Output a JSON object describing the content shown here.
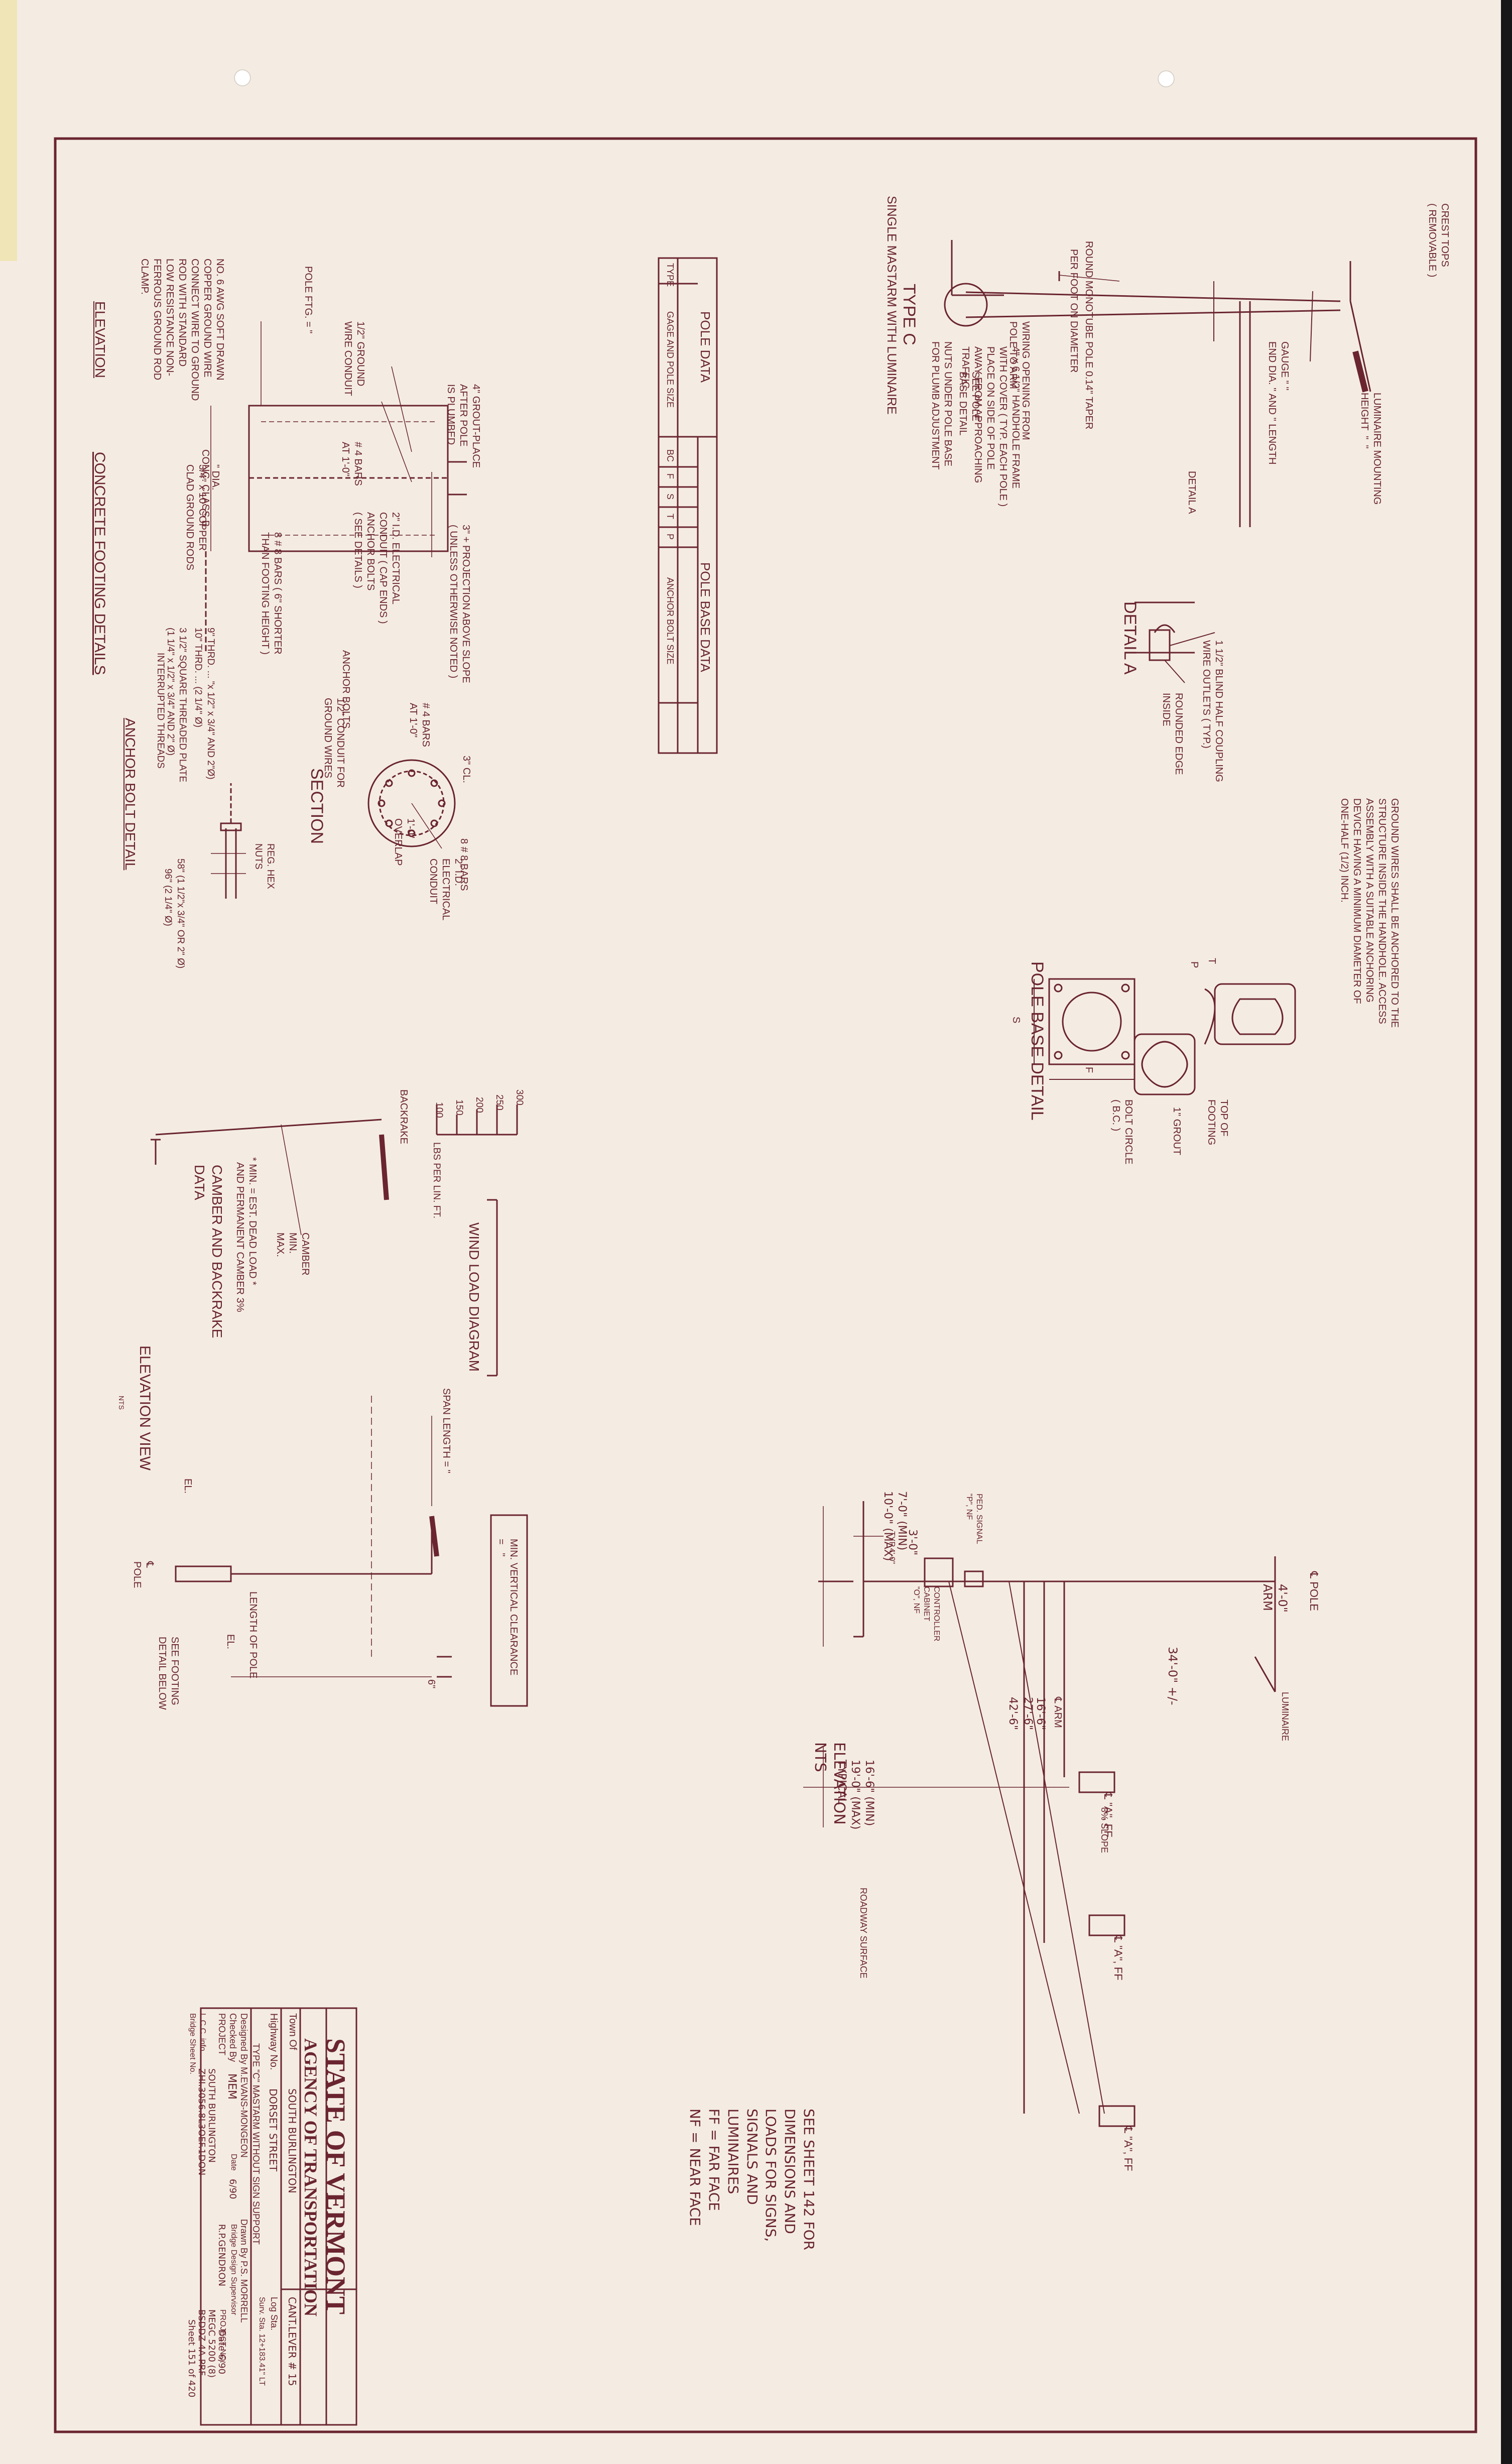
{
  "views": {
    "type_c": {
      "crest_tops": "CREST TOPS\n( REMOVABLE )",
      "round_monotube": "ROUND MONOTUBE POLE 0.14\" TAPER",
      "per_foot": "PER FOOT ON DIAMETER",
      "gauge": "GAUGE  \"  \"",
      "end_dia": "END DIA.  \" AND   \" LENGTH",
      "luminaire_mounting": "LUMINAIRE MOUNTING\nHEIGHT  \"  \"",
      "wiring_opening": "WIRING OPENING FROM\nPOLE TO ARM",
      "handhole": "4\" x 6 1/2\" HANDHOLE FRAME\nWITH COVER ( TYP. EACH POLE )\nPLACE ON SIDE OF POLE\nAWAY FROM APPROACHING\nTRAFFIC.",
      "detail_a_ref": "DETAIL A",
      "see_pole_base": "SEE POLE\nBASE DETAIL",
      "nuts_under": "NUTS UNDER POLE BASE\nFOR PLUMB ADJUSTMENT",
      "type_c_title": "TYPE C",
      "type_c_subtitle": "SINGLE MASTARM WITH LUMINAIRE"
    },
    "detail_a": {
      "title": "DETAIL A",
      "blind_half": "1 1/2\" BLIND HALF COUPLING\nWIRE OUTLETS ( TYP.)",
      "rounded_edge": "ROUNDED EDGE\nINSIDE"
    },
    "pole_base": {
      "ground_wires_note": "GROUND WIRES SHALL BE ANCHORED TO THE\nSTRUCTURE INSIDE THE HANDHOLE. ACCESS\nASSEMBLY WITH A SUITABLE ANCHORING\nDEVICE HAVING A MINIMUM DIAMETER OF\nONE-HALF (1/2) INCH.",
      "top_of_footing": "TOP OF\nFOOTING",
      "grout": "1\" GROUT",
      "bolt_circle": "BOLT CIRCLE\n( B.C. )",
      "title": "POLE BASE DETAIL",
      "label_t": "T",
      "label_p": "P",
      "label_s": "S",
      "label_f": "F"
    },
    "pole_data": {
      "title_left": "POLE DATA",
      "title_right": "POLE BASE DATA",
      "headers": [
        "TYPE",
        "GAGE AND POLE SIZE",
        "BC",
        "F",
        "S",
        "T",
        "P",
        "ANCHOR BOLT SIZE"
      ]
    },
    "footing": {
      "grout_place": "4\" GROUT-PLACE\nAFTER POLE\nIS PLUMBED",
      "projection": "3\" + PROJECTION ABOVE SLOPE\n( UNLESS OTHERWISE NOTED )",
      "pole_ftg": "POLE        FTG. =   \"",
      "ground_conduit": "1/2\" GROUND\nWIRE CONDUIT",
      "bars_4": "# 4 BARS\nAT 1'-0\"",
      "electrical_conduit": "2\" I.D. ELECTRICAL\nCONDUIT ( CAP ENDS )\nANCHOR BOLTS\n( SEE DETAILS )",
      "bars_8": "8 # 8 BARS ( 6\" SHORTER\nTHAN FOOTING HEIGHT )",
      "no6_awg": "NO. 6 AWG SOFT DRAWN\nCOPPER GROUND WIRE\nCONNECT WIRE TO GROUND\nROD WITH STANDARD\nLOW RESISTANCE NON-\nFERROUS GROUND ROD\nCLAMP.",
      "conc_class": "CONC. CLASS B",
      "dia": "\" DIA.",
      "ground_rod": "3/4\" x 10' COPPER\nCLAD GROUND RODS",
      "elevation": "ELEVATION",
      "concrete_footing_title": "CONCRETE FOOTING DETAILS"
    },
    "section": {
      "anchor_bolts": "ANCHOR BOLTS",
      "conduit_ground": "1/2\" CONDUIT FOR\nGROUND WIRES",
      "bars_4": "# 4 BARS\nAT 1'-0\"",
      "cl": "3\" CL.",
      "overlap": "1'-0\"\nOVERLAP",
      "elec_conduit": "2\" I.D.\nELECTRICAL\nCONDUIT",
      "bars_8": "8 # 8 BARS",
      "title": "SECTION"
    },
    "anchor_bolt": {
      "thrd_1": "9\" THRD. ... \"x 1/2\" x 3/4\" AND 2\"Ø)",
      "thrd_2": "10\" THRD. ... (2 1/4\" Ø)",
      "square_plate": "3 1/2\" SQUARE THREADED PLATE\n(1 1/4\" x 1/2\" x 3/4\" AND 2\" Ø)",
      "interrupted": "INTERRUPTED THREADS",
      "reg_hex": "REG. HEX\nNUTS",
      "dim_58": "58\" (1 1/2\"x 3/4\" OR 2\" Ø)",
      "dim_96": "96\" (2 1/4\" Ø)",
      "title": "ANCHOR BOLT DETAIL"
    },
    "wind_load": {
      "lbs": "LBS PER LIN. FT.",
      "title": "WIND LOAD DIAGRAM",
      "ticks": [
        "300",
        "250",
        "200",
        "150",
        "100"
      ]
    },
    "camber": {
      "backrake": "BACKRAKE",
      "camber_minmax": "CAMBER\nMIN.\nMAX.",
      "note": "* MIN. = EST. DEAD LOAD *\n  AND PERMANENT CAMBER 3%",
      "title": "CAMBER AND BACKRAKE\nDATA"
    },
    "elevation_view": {
      "span_length": "SPAN LENGTH =    \"",
      "min_vertical": "MIN. VERTICAL CLEARANCE\n=   \"",
      "length_of_pole": "LENGTH OF POLE",
      "el_top": "EL.",
      "el_bottom": "EL.",
      "pole_cl": "℄\nPOLE",
      "see_footing": "SEE FOOTING\nDETAIL BELOW",
      "dim_6": "6\"",
      "title": "ELEVATION VIEW",
      "nts": "NTS"
    },
    "elevation_nts": {
      "cl_pole": "℄ POLE",
      "arm_45": "4'-0\"\nARM",
      "luminaire": "LUMINAIRE",
      "dim_34": "34'-0\" +/-",
      "cl_arm": "℄ ARM",
      "dim_16_6": "16'-6\"",
      "dim_27_6": "27'-6\"",
      "dim_42_6": "42'-6\"",
      "slope": "8% SLOPE",
      "sign_a_ff_1": "℄ \"A\", FF",
      "sign_a_ff_2": "℄ \"A\", FF",
      "sign_a_ff_3": "℄ \"A\", FF",
      "min_max_7": "7'-0\" (MIN)\n10'-0\" (MAX)",
      "ped_signal": "PED. SIGNAL\n\"P\", NF",
      "dim_3": "3'-0\"",
      "typ_4": "TYP.4'-0\"",
      "controller": "CONTROLLER\nCABINET\n\"O\", NF",
      "clearance": "16'-6\" (MIN)\n19'-0\" (MAX)\nTYPICAL",
      "roadway": "ROADWAY SURFACE",
      "title": "ELEVATION\nNTS"
    },
    "see_sheet_note": "SEE SHEET 142 FOR\nDIMENSIONS AND\nLOADS FOR SIGNS,\nSIGNALS AND\nLUMINAIRES\nFF = FAR FACE\nNF = NEAR FACE"
  },
  "title_block": {
    "state": "STATE OF VERMONT",
    "agency": "AGENCY OF TRANSPORTATION",
    "town_label": "Town Of",
    "town_value": "SOUTH  BURLINGTON",
    "cantilever": "CANT.LEVER # 15",
    "highway_label": "Highway No.",
    "highway_value": "DORSET  STREET",
    "log_sta": "Log Sta.",
    "surv_sta": "Surv. Sta. 12+183.41\" LT",
    "type_line": "TYPE \"C\" MASTARM WITHOUT SIGN SUPPORT",
    "designed": "Designed By M.EVANS-MONGEON",
    "drawn": "Drawn By  P.S. MORRELL",
    "checked_label": "Checked By",
    "checked_value": "MEM",
    "bridge_supervisor_label": "Bridge Design Supervisor",
    "date_label": "Date",
    "date_value": "6/90",
    "supervisor": "R.P.GENDRON",
    "supervisor_date": "Date 6/90",
    "project_label": "PROJECT",
    "project_value": "SOUTH  BURLINGTON",
    "project_no_label": "PROJECT NO.",
    "project_no_value": "MEGC 5200 (8)",
    "lcc_label": "L.C.C. info.",
    "lcc_value": "ZHI.3056.8L3OEF.1DON",
    "bsc": "BSDDZ 4A PRF",
    "bridge_sheet_label": "Bridge Sheet No.",
    "sheet": "Sheet 151 of 420"
  }
}
